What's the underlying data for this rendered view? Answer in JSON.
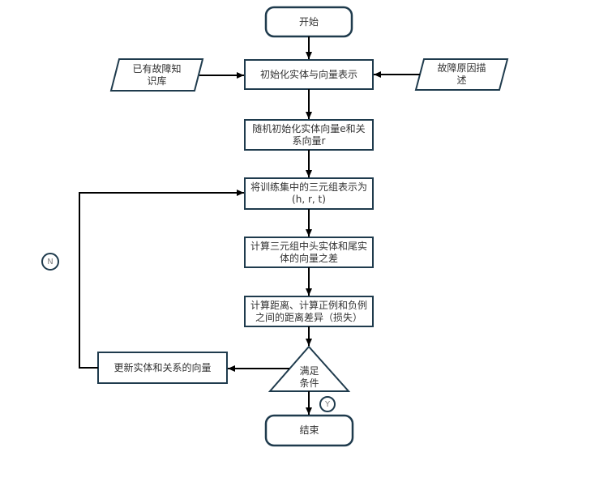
{
  "diagram": {
    "colors": {
      "background": "#ffffff",
      "shape_border": "#1f3b4d",
      "shape_fill": "#ffffff",
      "connector": "#000000",
      "label_text": "#333333",
      "branch_text": "#7f7f7f"
    },
    "nodes": {
      "start": {
        "type": "terminator",
        "label": "开始"
      },
      "knowledge_base": {
        "type": "data",
        "label": "已有故障知\n识库"
      },
      "fault_description": {
        "type": "data",
        "label": "故障原因描\n述"
      },
      "init_representation": {
        "type": "process",
        "label": "初始化实体与向量表示"
      },
      "random_init_vectors": {
        "type": "process",
        "label": "随机初始化实体向量e和关\n系向量r"
      },
      "triple_representation": {
        "type": "process",
        "label": "将训练集中的三元组表示为\n(h, r, t)"
      },
      "vector_difference": {
        "type": "process",
        "label": "计算三元组中头实体和尾实\n体的向量之差"
      },
      "distance_loss": {
        "type": "process",
        "label": "计算距离、计算正例和负例\n之间的距离差异（损失）"
      },
      "condition": {
        "type": "decision",
        "label": "满足\n条件"
      },
      "update_vectors": {
        "type": "process",
        "label": "更新实体和关系的向量"
      },
      "end": {
        "type": "terminator",
        "label": "结束"
      }
    },
    "branch_labels": {
      "no": "N",
      "yes": "Y"
    }
  }
}
